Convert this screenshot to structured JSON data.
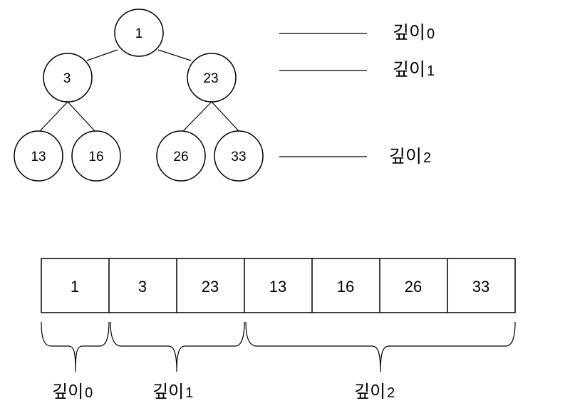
{
  "tree": {
    "nodes": [
      {
        "id": "n1",
        "label": "1"
      },
      {
        "id": "n3",
        "label": "3"
      },
      {
        "id": "n23",
        "label": "23"
      },
      {
        "id": "n13",
        "label": "13"
      },
      {
        "id": "n16",
        "label": "16"
      },
      {
        "id": "n26",
        "label": "26"
      },
      {
        "id": "n33",
        "label": "33"
      }
    ],
    "depth_labels": [
      {
        "text": "깊이",
        "num": "0"
      },
      {
        "text": "깊이",
        "num": "1"
      },
      {
        "text": "깊이",
        "num": "2"
      }
    ]
  },
  "array": {
    "cells": [
      "1",
      "3",
      "23",
      "13",
      "16",
      "26",
      "33"
    ],
    "group_labels": [
      {
        "text": "깊이",
        "num": "0"
      },
      {
        "text": "깊이",
        "num": "1"
      },
      {
        "text": "깊이",
        "num": "2"
      }
    ]
  },
  "colors": {
    "stroke": "#000000",
    "background": "#ffffff"
  }
}
